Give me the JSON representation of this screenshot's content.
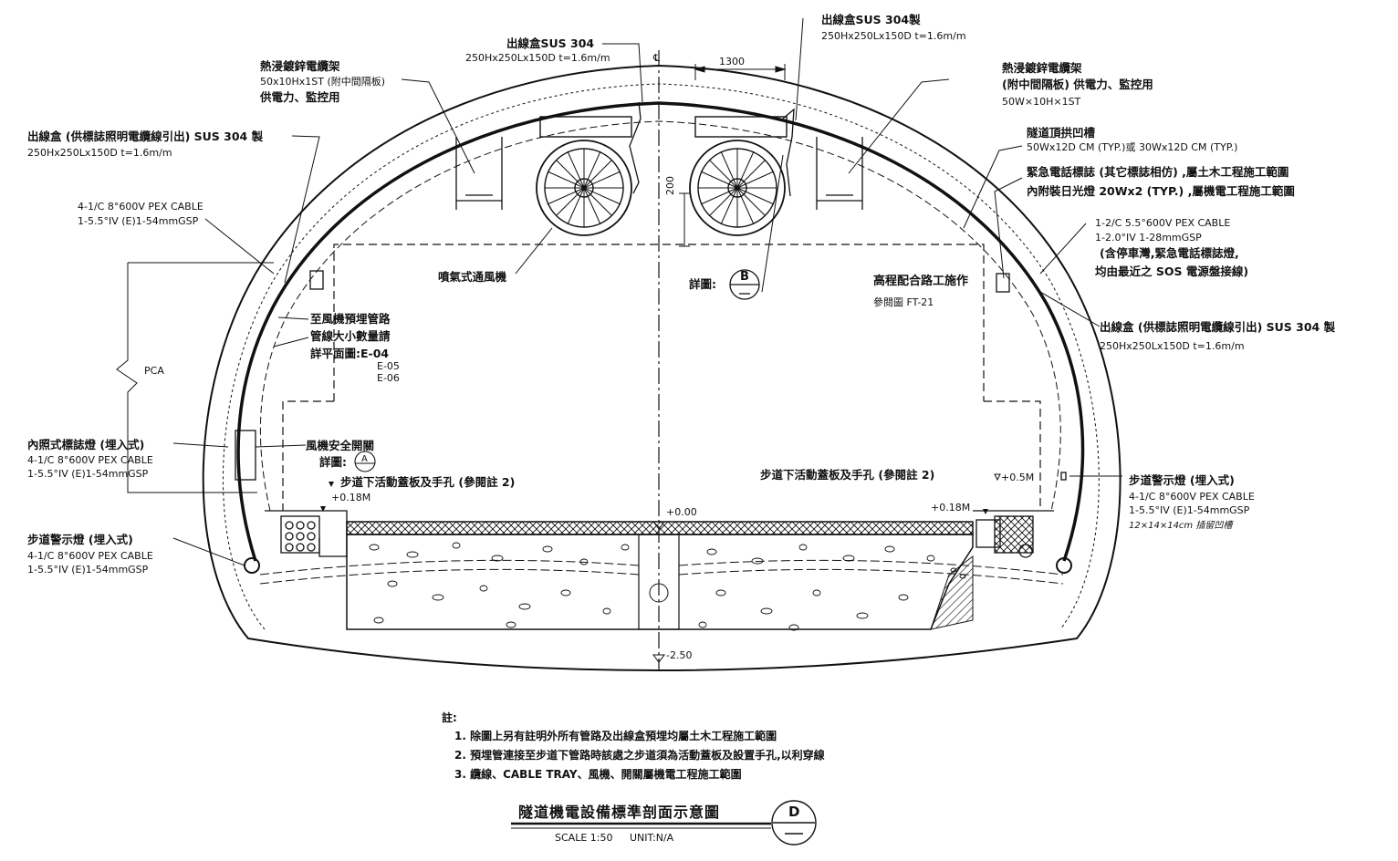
{
  "labels": {
    "tray_left_title": "熱浸鍍鋅電纜架",
    "tray_left_spec": "50x10Hx1ST (附中間隔板)",
    "tray_left_use": "供電力、監控用",
    "box_center_left_title": "出線盒SUS 304",
    "box_center_left_spec": "250Hx250Lx150D t=1.6m/m",
    "box_center_right_title": "出線盒SUS 304製",
    "box_center_right_spec": "250Hx250Lx150D t=1.6m/m",
    "dim_1300": "1300",
    "centerline": "℄",
    "tray_right_title": "熱浸鍍鋅電纜架",
    "tray_right_use": "(附中間隔板) 供電力、監控用",
    "tray_right_spec": "50W×10H×1ST",
    "box_left_title": "出線盒 (供標誌照明電纜線引出) SUS 304 製",
    "box_left_spec": "250Hx250Lx150D t=1.6m/m",
    "arch_groove_title": "隧道頂拱凹槽",
    "arch_groove_spec": "50Wx12D CM (TYP.)或 30Wx12D CM (TYP.)",
    "emergency_sign_1": "緊急電話標誌 (其它標誌相仿) ,屬土木工程施工範圍",
    "emergency_sign_2": "內附裝日光燈 20Wx2 (TYP.) ,屬機電工程施工範圍",
    "cable_left_1": "4-1/C 8°600V PEX CABLE",
    "cable_left_2": "1-5.5°IV (E)1-54mmGSP",
    "dim_200": "200",
    "cable_right_1": "1-2/C 5.5°600V PEX CABLE",
    "cable_right_2": "1-2.0°IV 1-28mmGSP",
    "cable_right_3": "(含停車灣,緊急電話標誌燈,",
    "cable_right_4": "均由最近之 SOS 電源盤接線)",
    "jet_fan": "噴氣式通風機",
    "detail_b_prefix": "詳圖:",
    "detail_b_letter": "B",
    "elev_note": "高程配合路工施作",
    "elev_ref": "參閱圖  FT-21",
    "box_right_title": "出線盒 (供標誌照明電纜線引出) SUS 304 製",
    "box_right_spec": "250Hx250Lx150D t=1.6m/m",
    "fan_conduit_1": "至風機預埋管路",
    "fan_conduit_2": "管線大小數量請",
    "fan_conduit_3": "詳平面圖:E-04",
    "fan_conduit_4": "E-05",
    "fan_conduit_5": "E-06",
    "pca": "PCA",
    "fan_switch": "風機安全開關",
    "detail_a_prefix": "詳圖:",
    "detail_a_letter": "A",
    "internal_sign_title": "內照式標誌燈 (埋入式)",
    "internal_sign_c1": "4-1/C 8°600V PEX CABLE",
    "internal_sign_c2": "1-5.5°IV (E)1-54mmGSP",
    "walkway_cover_left": "步道下活動蓋板及手孔 (參閱註 2)",
    "walkway_cover_right": "步道下活動蓋板及手孔 (參閱註 2)",
    "elev_018_left": "+0.18M",
    "elev_018_right": "+0.18M",
    "elev_000": "+0.00",
    "elev_05": "+0.5M",
    "elev_250": "-2.50",
    "warn_left_title": "步道警示燈 (埋入式)",
    "warn_left_c1": "4-1/C 8°600V PEX CABLE",
    "warn_left_c2": "1-5.5°IV (E)1-54mmGSP",
    "warn_right_title": "步道警示燈 (埋入式)",
    "warn_right_c1": "4-1/C 8°600V PEX CABLE",
    "warn_right_c2": "1-5.5°IV (E)1-54mmGSP",
    "warn_right_hand": "12×14×14cm 插留凹槽"
  },
  "notes": {
    "heading": "註:",
    "items": [
      "1. 除圖上另有註明外所有管路及出線盒預埋均屬土木工程施工範圍",
      "2. 預埋管連接至步道下管路時該處之步道須為活動蓋板及設置手孔,以利穿線",
      "3. 纜線、CABLE TRAY、風機、開關屬機電工程施工範圍"
    ]
  },
  "title_block": {
    "title": "隧道機電設備標準剖面示意圖",
    "scale": "SCALE 1:50",
    "unit": "UNIT:N/A",
    "detail_letter": "D"
  }
}
